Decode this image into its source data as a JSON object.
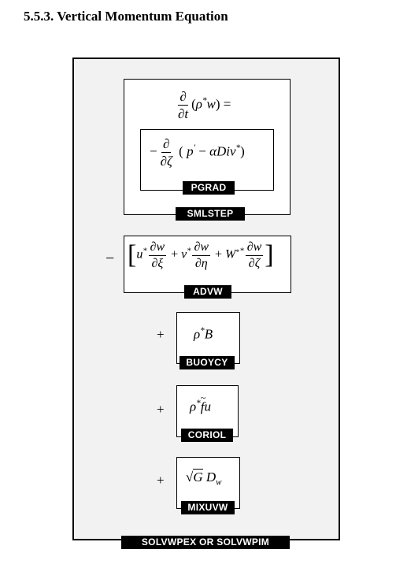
{
  "heading": "5.5.3. Vertical Momentum Equation",
  "labels": {
    "pgrad": "PGRAD",
    "smlstep": "SMLSTEP",
    "advw": "ADVW",
    "buoycy": "BUOYCY",
    "coriol": "CORIOL",
    "mixuvw": "MIXUVW",
    "solver": "SOLVWPEX OR SOLVWPIM"
  },
  "operators": {
    "minus": "−",
    "plus": "+",
    "equals": "="
  }
}
